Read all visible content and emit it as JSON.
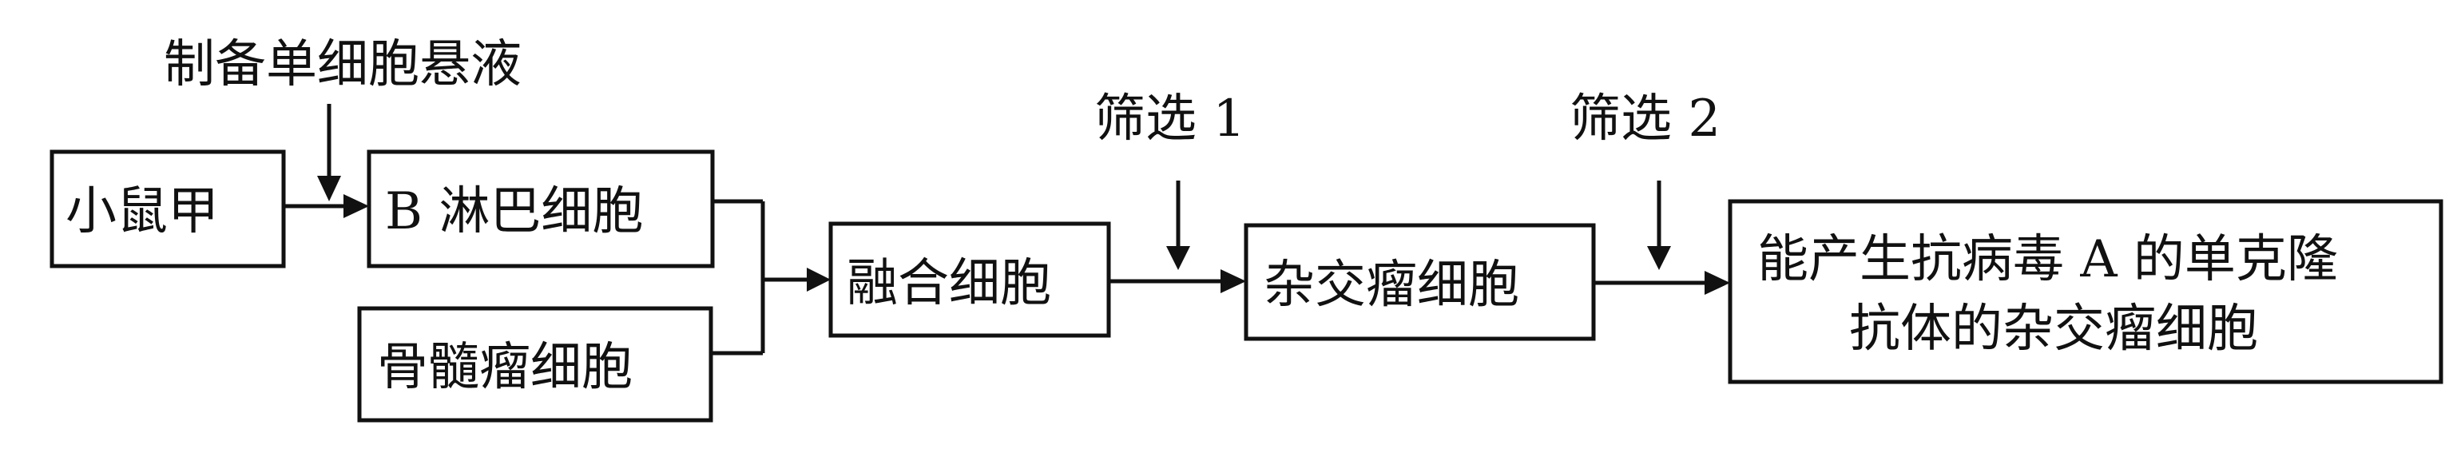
{
  "top_note": "制备单细胞悬液",
  "nodes": {
    "mouse": "小鼠甲",
    "b_cell": "B 淋巴细胞",
    "myeloma": "骨髓瘤细胞",
    "fused": "融合细胞",
    "hybridoma": "杂交瘤细胞",
    "result_line1": "能产生抗病毒 A 的单克隆",
    "result_line2": "抗体的杂交瘤细胞"
  },
  "screens": {
    "screen1": "筛选 1",
    "screen2": "筛选 2"
  }
}
